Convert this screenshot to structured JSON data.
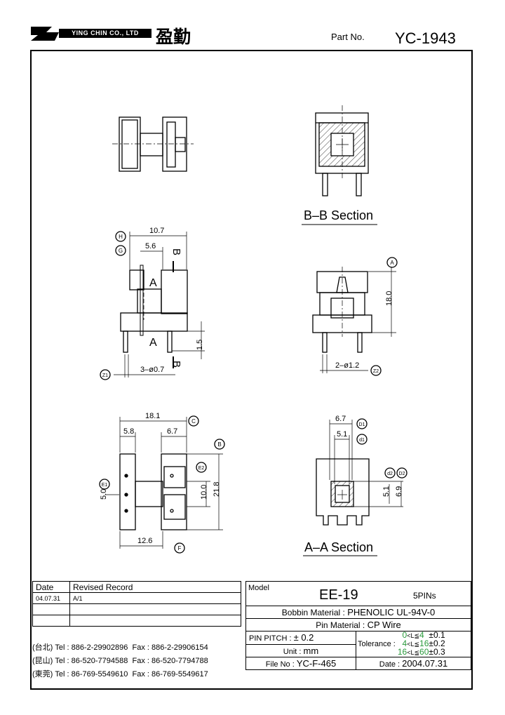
{
  "header": {
    "company": "YING CHIN CO., LTD",
    "company_cn": "盈勤",
    "part_no_label": "Part No.",
    "part_no": "YC-1943"
  },
  "views": {
    "bb_section": "B–B Section",
    "aa_section": "A–A Section"
  },
  "dimensions": {
    "d_10_7": "10.7",
    "d_5_6": "5.6",
    "d_1_5": "1.5",
    "d_3_pins": "3–ø0.7",
    "d_18_0": "18.0",
    "d_2_pins": "2–ø1.2",
    "d_18_1": "18.1",
    "d_5_8": "5.8",
    "d_6_7a": "6.7",
    "d_21_8": "21.8",
    "d_10_0": "10.0",
    "d_5_0": "5.0",
    "d_12_6": "12.6",
    "d_6_7b": "6.7",
    "d_5_1a": "5.1",
    "d_5_1b": "5.1",
    "d_6_9": "6.9",
    "sec_a": "A",
    "sec_b": "B"
  },
  "markers": {
    "H": "H",
    "G": "G",
    "A": "A",
    "Z1": "Z1",
    "Z2": "Z2",
    "C": "C",
    "B": "B",
    "E1": "E1",
    "E2": "E2",
    "F": "F",
    "D1": "D1",
    "d1": "d1",
    "d2": "d2",
    "D2": "D2"
  },
  "revision": {
    "date_header": "Date",
    "record_header": "Revised Record",
    "rows": [
      {
        "date": "04.07.31",
        "record": "A/1"
      },
      {
        "date": "",
        "record": ""
      },
      {
        "date": "",
        "record": ""
      }
    ]
  },
  "contacts": [
    {
      "city": "(台北)",
      "tel": "Tel : 886-2-29902896",
      "fax": "Fax : 886-2-29906154"
    },
    {
      "city": "(昆山)",
      "tel": "Tel : 86-520-7794588",
      "fax": "Fax : 86-520-7794788"
    },
    {
      "city": "(東莞)",
      "tel": "Tel : 86-769-5549610",
      "fax": "Fax : 86-769-5549617"
    }
  ],
  "spec": {
    "model_label": "Model",
    "model": "EE-19",
    "pins": "5PINs",
    "bobbin_label": "Bobbin  Material :",
    "bobbin": "PHENOLIC UL-94V-0",
    "pin_label": "Pin  Material :",
    "pin": "CP Wire",
    "pitch_label": "PIN  PITCH :",
    "pitch": "± 0.2",
    "unit_label": "Unit :",
    "unit": "mm",
    "tolerance_label": "Tolerance :",
    "tol": [
      {
        "lo": "0",
        "mid": "<L≦",
        "hi": "4",
        "val": "±0.1"
      },
      {
        "lo": "4",
        "mid": "<L≦",
        "hi": "16",
        "val": "±0.2"
      },
      {
        "lo": "16",
        "mid": "<L≦",
        "hi": "60",
        "val": "±0.3"
      }
    ],
    "file_label": "File  No :",
    "file": "YC-F-465",
    "date_label": "Date :",
    "date": "2004.07.31"
  }
}
